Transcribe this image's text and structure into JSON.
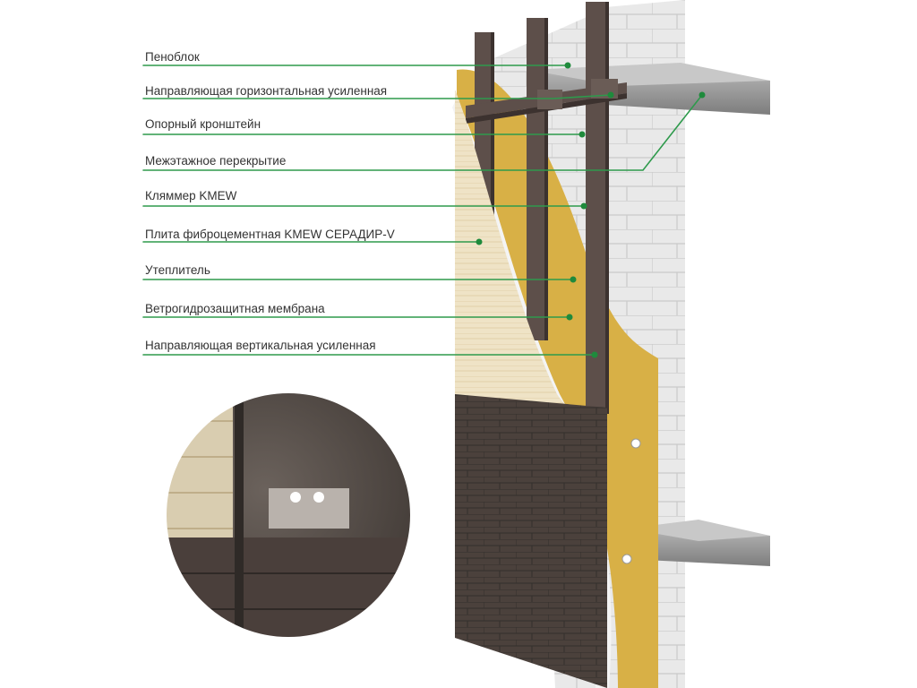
{
  "labels": [
    {
      "id": "penoblok",
      "text": "Пеноблок"
    },
    {
      "id": "rail-horizontal",
      "text": "Направляющая горизонтальная усиленная"
    },
    {
      "id": "support-bracket",
      "text": "Опорный кронштейн"
    },
    {
      "id": "floor-slab",
      "text": "Межэтажное перекрытие"
    },
    {
      "id": "clip",
      "text": "Кляммер KMEW"
    },
    {
      "id": "fiber-cement-panel",
      "text": "Плита фиброцементная KMEW СЕРАДИР-V"
    },
    {
      "id": "insulation",
      "text": "Утеплитель"
    },
    {
      "id": "membrane",
      "text": "Ветрогидрозащитная мембрана"
    },
    {
      "id": "rail-vertical",
      "text": "Направляющая вертикальная усиленная"
    }
  ],
  "colors": {
    "leader_line": "#2e9a4c",
    "leader_dot": "#1f8a3c",
    "label_text": "#333333",
    "insulation": "#d9b24a",
    "metal": "#5a4c47",
    "facade_brick": "#4a403b",
    "light_panel": "#efe2c4",
    "concrete": "#9a9a9a",
    "aerated_block": "#e6e6e6"
  }
}
